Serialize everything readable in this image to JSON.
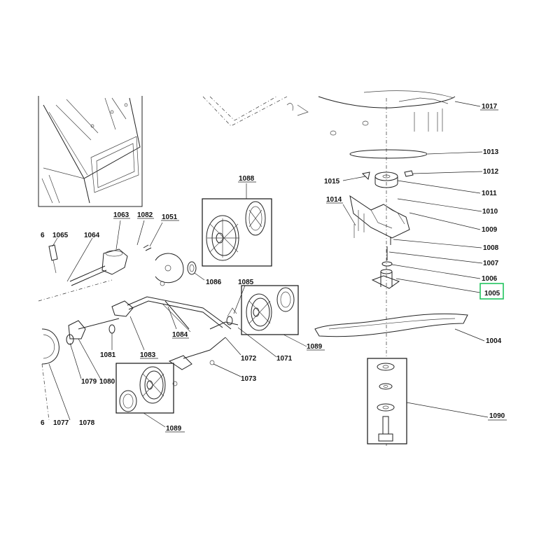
{
  "highlight_color": "#22c55e",
  "highlighted_part": "1005",
  "labels": {
    "l1017": "1017",
    "l1013": "1013",
    "l1012": "1012",
    "l1011": "1011",
    "l1015": "1015",
    "l1014": "1014",
    "l1010": "1010",
    "l1009": "1009",
    "l1008": "1008",
    "l1007": "1007",
    "l1006": "1006",
    "l1005": "1005",
    "l1004": "1004",
    "l1090": "1090",
    "l1088": "1088",
    "l1063": "1063",
    "l1082": "1082",
    "l1051": "1051",
    "l1065": "1065",
    "l1064": "1064",
    "l6a": "6",
    "l1086": "1086",
    "l1085": "1085",
    "l1084": "1084",
    "l1081": "1081",
    "l1083": "1083",
    "l1072": "1072",
    "l1071": "1071",
    "l1089a": "1089",
    "l1073": "1073",
    "l1079": "1079",
    "l1080": "1080",
    "l1089b": "1089",
    "l6b": "6",
    "l1077": "1077",
    "l1078": "1078"
  }
}
